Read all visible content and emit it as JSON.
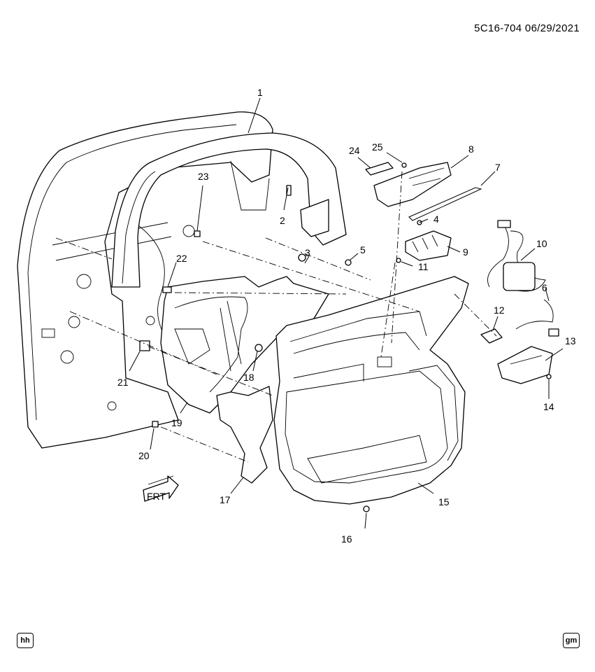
{
  "header": {
    "reference": "5C16-704  06/29/2021"
  },
  "badges": {
    "left": "hh",
    "right": "gm"
  },
  "direction_marker": {
    "label": "FRT"
  },
  "callouts": [
    "1",
    "2",
    "3",
    "4",
    "5",
    "6",
    "7",
    "8",
    "9",
    "10",
    "11",
    "12",
    "13",
    "14",
    "15",
    "16",
    "17",
    "18",
    "19",
    "20",
    "21",
    "22",
    "23",
    "24",
    "25"
  ]
}
